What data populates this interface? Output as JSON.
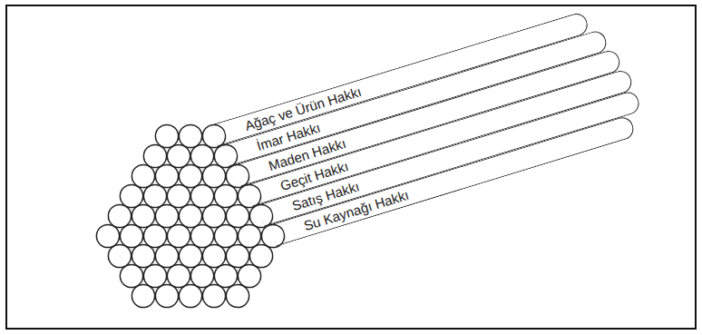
{
  "diagram": {
    "nodes": [
      {
        "text": [
          "Ağaç ve Ürün Hakkı"
        ]
      },
      {
        "text": [
          "İmar Hakkı"
        ]
      },
      {
        "text": [
          "Maden Hakkı"
        ]
      },
      {
        "text": [
          "Geçit Hakkı"
        ]
      },
      {
        "text": [
          "Satış Hakkı"
        ]
      },
      {
        "text": [
          "Su Kaynağı Hakkı"
        ]
      }
    ]
  }
}
